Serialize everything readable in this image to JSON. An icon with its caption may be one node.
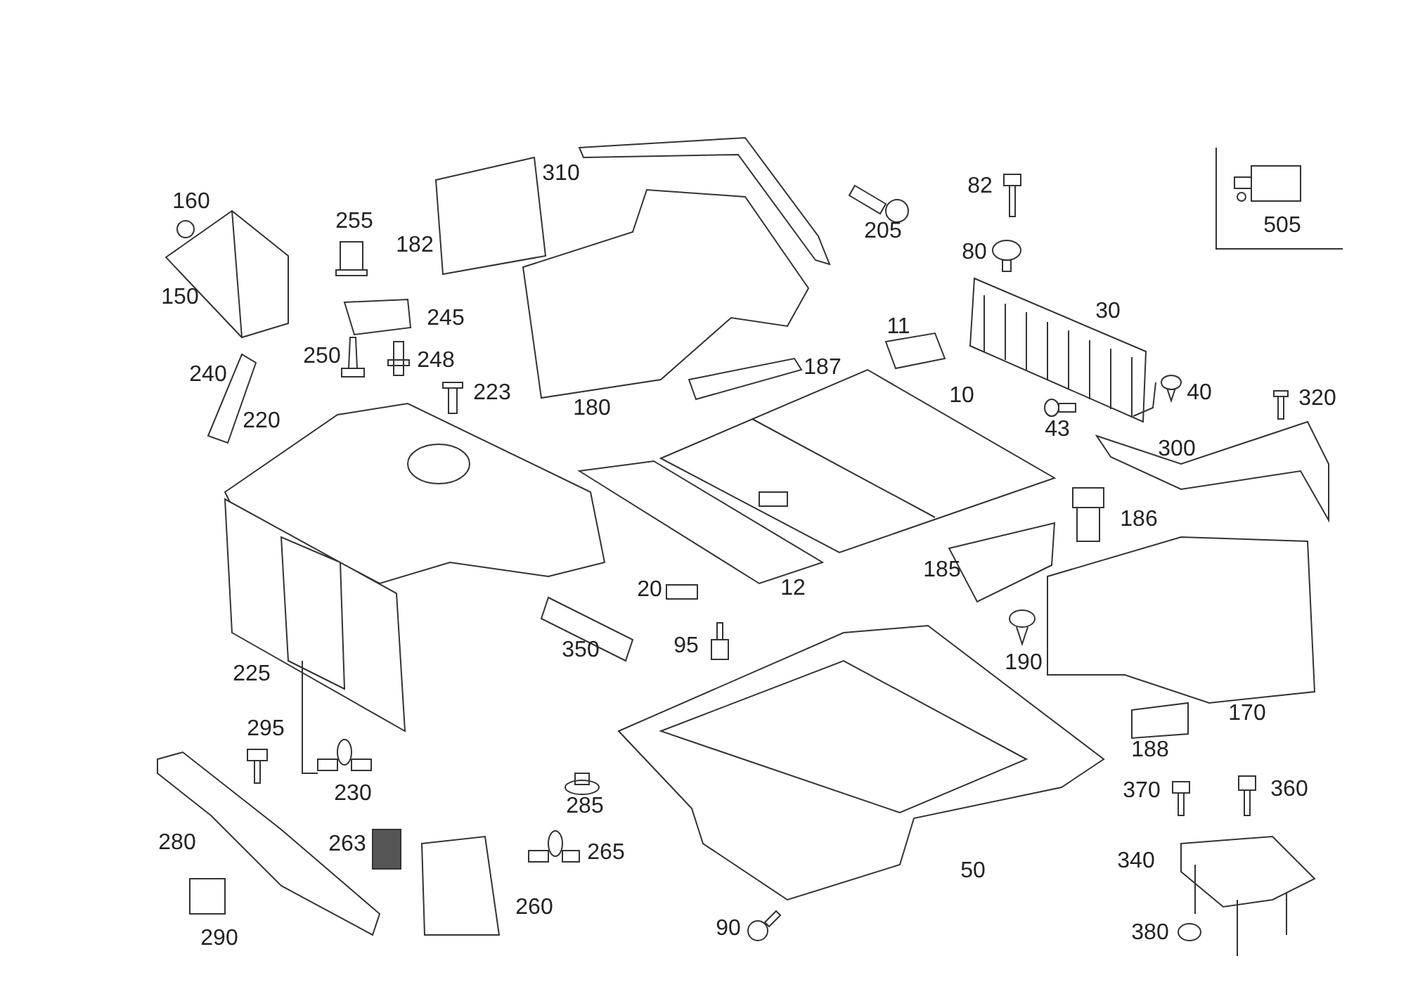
{
  "diagram": {
    "labels": [
      "310",
      "82",
      "160",
      "255",
      "505",
      "205",
      "182",
      "80",
      "150",
      "30",
      "245",
      "11",
      "240",
      "250",
      "248",
      "187",
      "223",
      "40",
      "10",
      "320",
      "180",
      "43",
      "220",
      "300",
      "186",
      "185",
      "12",
      "20",
      "95",
      "350",
      "190",
      "225",
      "170",
      "295",
      "188",
      "370",
      "360",
      "230",
      "285",
      "280",
      "263",
      "265",
      "340",
      "50",
      "260",
      "90",
      "380",
      "290"
    ]
  }
}
